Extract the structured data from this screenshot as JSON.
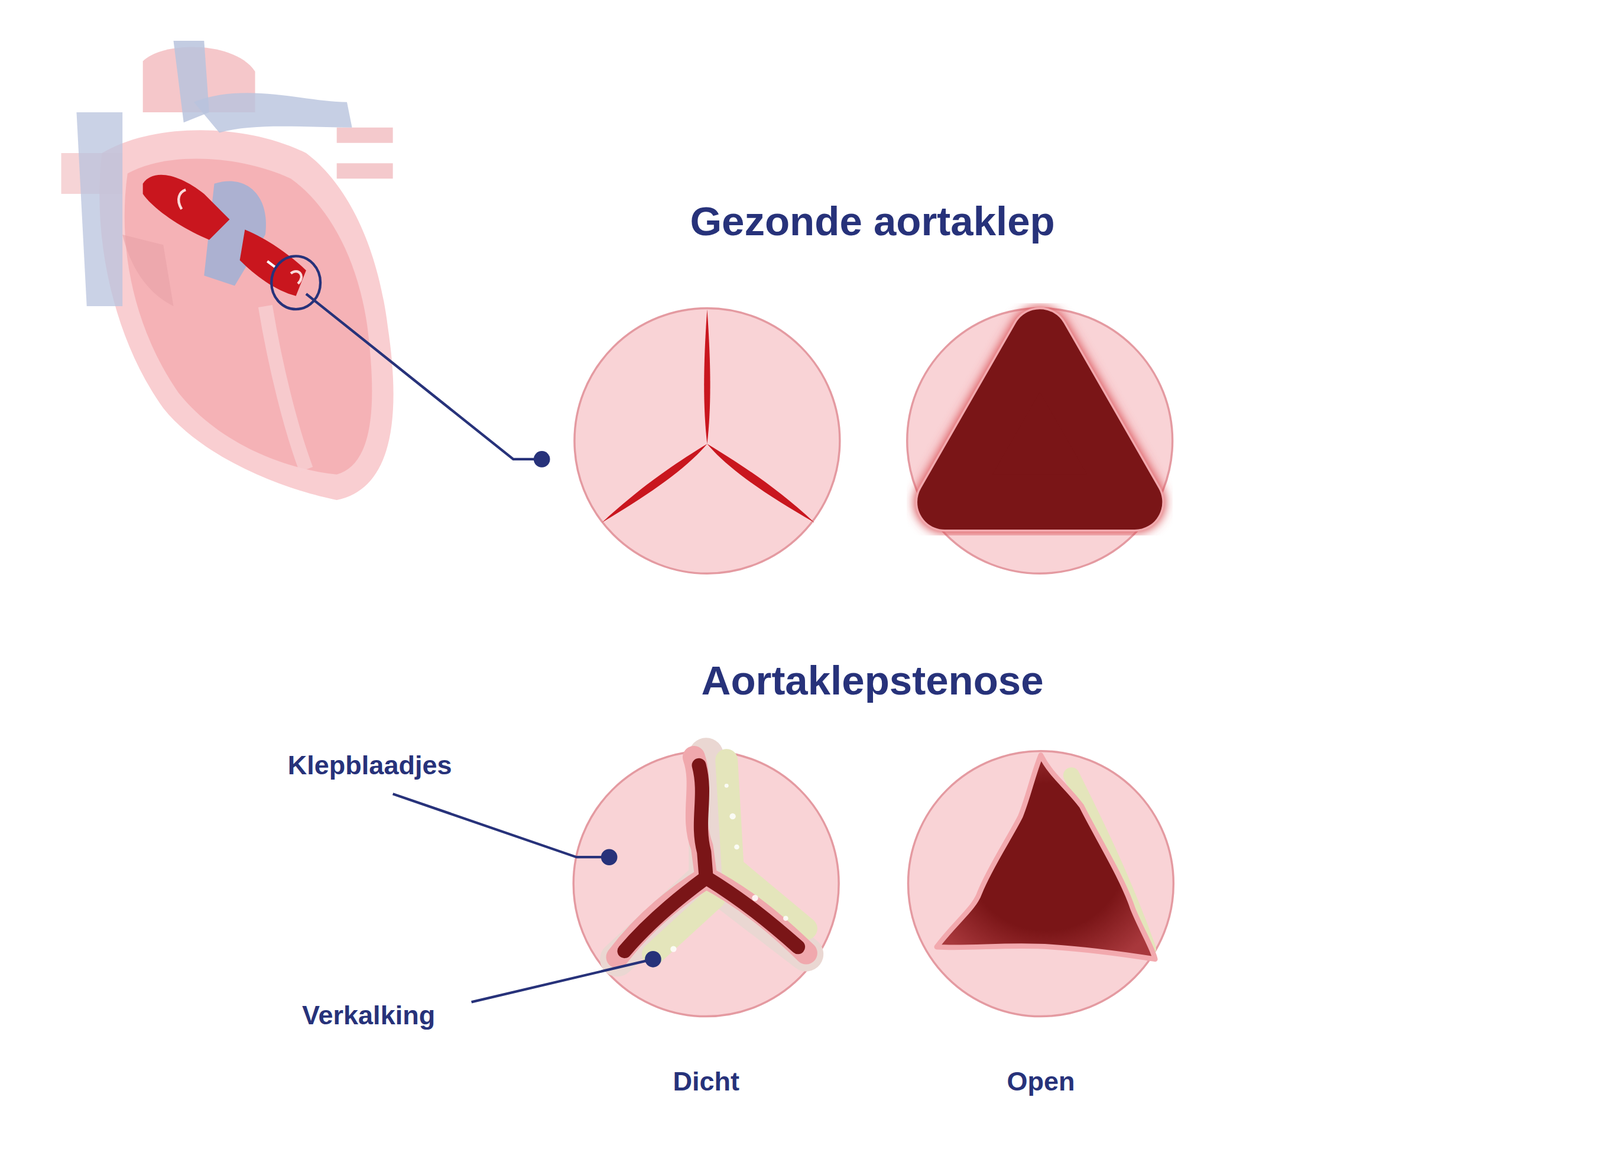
{
  "diagram": {
    "title": "Gezonde aortaklep",
    "labels": [
      "Aortaklepstenose",
      "Klepblaadjes",
      "Verkalking",
      "Dicht",
      "Open"
    ]
  }
}
